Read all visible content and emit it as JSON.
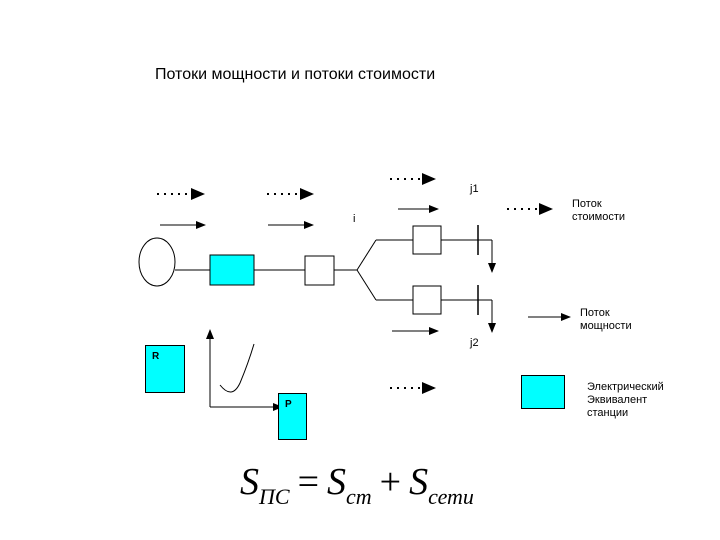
{
  "title": "Потоки мощности и потоки стоимости",
  "labels": {
    "node_i": "i",
    "node_j1": "j1",
    "node_j2": "j2",
    "cost_flow": [
      "Поток",
      "стоимости"
    ],
    "power_flow": [
      "Поток",
      "мощности"
    ],
    "station_equivalent": [
      "Электрический",
      "Эквивалент",
      "станции"
    ],
    "box_r": "R",
    "box_p": "P"
  },
  "formula": {
    "lhs": "S",
    "lhs_sub": "ПС",
    "eq": "=",
    "t1": "S",
    "t1_sub": "ст",
    "plus": "+",
    "t2": "S",
    "t2_sub": "сети"
  },
  "colors": {
    "station_fill": "#00ffff",
    "stroke": "#000000"
  }
}
